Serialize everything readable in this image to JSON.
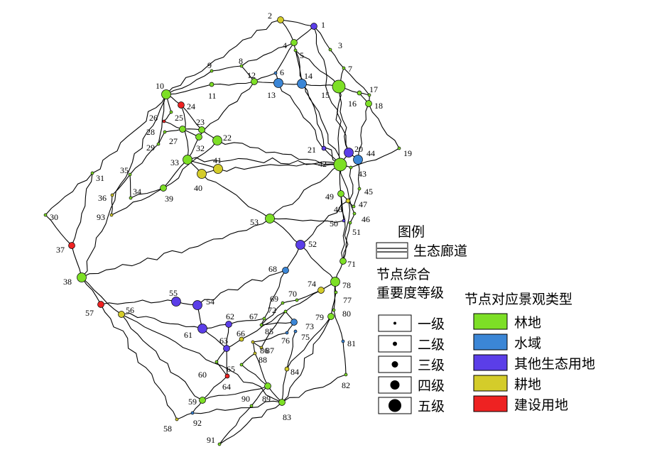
{
  "legend": {
    "title": "图例",
    "corridor_label": "生态廊道",
    "importance_title_1": "节点综合",
    "importance_title_2": "重要度等级",
    "levels": [
      {
        "label": "一级",
        "r": 2
      },
      {
        "label": "二级",
        "r": 3
      },
      {
        "label": "三级",
        "r": 4.5
      },
      {
        "label": "四级",
        "r": 6.5
      },
      {
        "label": "五级",
        "r": 9
      }
    ],
    "landscape_title": "节点对应景观类型",
    "types": [
      {
        "key": "forest",
        "label": "林地",
        "color": "#7ddf26"
      },
      {
        "key": "water",
        "label": "水域",
        "color": "#3b86d6"
      },
      {
        "key": "other",
        "label": "其他生态用地",
        "color": "#5b3ee8"
      },
      {
        "key": "farm",
        "label": "耕地",
        "color": "#d4cc2a"
      },
      {
        "key": "build",
        "label": "建设用地",
        "color": "#ee2222"
      }
    ]
  },
  "nodes": [
    {
      "id": "1",
      "t": "other",
      "lv": 3
    },
    {
      "id": "2",
      "t": "farm",
      "lv": 3
    },
    {
      "id": "3",
      "t": "forest",
      "lv": 1
    },
    {
      "id": "4",
      "t": "forest",
      "lv": 3
    },
    {
      "id": "5",
      "t": "forest",
      "lv": 1
    },
    {
      "id": "6",
      "t": "water",
      "lv": 1
    },
    {
      "id": "7",
      "t": "forest",
      "lv": 1
    },
    {
      "id": "8",
      "t": "forest",
      "lv": 1
    },
    {
      "id": "9",
      "t": "forest",
      "lv": 1
    },
    {
      "id": "10",
      "t": "forest",
      "lv": 4
    },
    {
      "id": "11",
      "t": "forest",
      "lv": 2
    },
    {
      "id": "12",
      "t": "forest",
      "lv": 3
    },
    {
      "id": "13",
      "t": "water",
      "lv": 4
    },
    {
      "id": "14",
      "t": "water",
      "lv": 4
    },
    {
      "id": "15",
      "t": "forest",
      "lv": 5
    },
    {
      "id": "16",
      "t": "forest",
      "lv": 2
    },
    {
      "id": "17",
      "t": "forest",
      "lv": 1
    },
    {
      "id": "18",
      "t": "forest",
      "lv": 3
    },
    {
      "id": "19",
      "t": "forest",
      "lv": 1
    },
    {
      "id": "20",
      "t": "other",
      "lv": 4
    },
    {
      "id": "21",
      "t": "other",
      "lv": 2
    },
    {
      "id": "22",
      "t": "forest",
      "lv": 4
    },
    {
      "id": "23",
      "t": "forest",
      "lv": 3
    },
    {
      "id": "24",
      "t": "build",
      "lv": 3
    },
    {
      "id": "25",
      "t": "forest",
      "lv": 1
    },
    {
      "id": "26",
      "t": "build",
      "lv": 1
    },
    {
      "id": "27",
      "t": "forest",
      "lv": 3
    },
    {
      "id": "28",
      "t": "forest",
      "lv": 1
    },
    {
      "id": "29",
      "t": "forest",
      "lv": 1
    },
    {
      "id": "30",
      "t": "forest",
      "lv": 1
    },
    {
      "id": "31",
      "t": "forest",
      "lv": 1
    },
    {
      "id": "32",
      "t": "forest",
      "lv": 3
    },
    {
      "id": "33",
      "t": "forest",
      "lv": 4
    },
    {
      "id": "34",
      "t": "forest",
      "lv": 1
    },
    {
      "id": "35",
      "t": "forest",
      "lv": 1
    },
    {
      "id": "36",
      "t": "farm",
      "lv": 1
    },
    {
      "id": "37",
      "t": "build",
      "lv": 3
    },
    {
      "id": "38",
      "t": "forest",
      "lv": 4
    },
    {
      "id": "39",
      "t": "forest",
      "lv": 3
    },
    {
      "id": "40",
      "t": "farm",
      "lv": 4
    },
    {
      "id": "41",
      "t": "farm",
      "lv": 4
    },
    {
      "id": "42",
      "t": "forest",
      "lv": 5
    },
    {
      "id": "43",
      "t": "forest",
      "lv": 1
    },
    {
      "id": "44",
      "t": "water",
      "lv": 4
    },
    {
      "id": "45",
      "t": "forest",
      "lv": 1
    },
    {
      "id": "46",
      "t": "forest",
      "lv": 1
    },
    {
      "id": "47",
      "t": "forest",
      "lv": 1
    },
    {
      "id": "48",
      "t": "farm",
      "lv": 2
    },
    {
      "id": "49",
      "t": "forest",
      "lv": 3
    },
    {
      "id": "50",
      "t": "other",
      "lv": 1
    },
    {
      "id": "51",
      "t": "forest",
      "lv": 1
    },
    {
      "id": "52",
      "t": "other",
      "lv": 4
    },
    {
      "id": "53",
      "t": "forest",
      "lv": 4
    },
    {
      "id": "54",
      "t": "other",
      "lv": 4
    },
    {
      "id": "55",
      "t": "other",
      "lv": 4
    },
    {
      "id": "56",
      "t": "farm",
      "lv": 3
    },
    {
      "id": "57",
      "t": "build",
      "lv": 3
    },
    {
      "id": "58",
      "t": "farm",
      "lv": 1
    },
    {
      "id": "59",
      "t": "forest",
      "lv": 3
    },
    {
      "id": "60",
      "t": "forest",
      "lv": 1
    },
    {
      "id": "61",
      "t": "other",
      "lv": 4
    },
    {
      "id": "62",
      "t": "other",
      "lv": 3
    },
    {
      "id": "63",
      "t": "other",
      "lv": 3
    },
    {
      "id": "64",
      "t": "build",
      "lv": 2
    },
    {
      "id": "65",
      "t": "forest",
      "lv": 1
    },
    {
      "id": "66",
      "t": "farm",
      "lv": 2
    },
    {
      "id": "67",
      "t": "forest",
      "lv": 1
    },
    {
      "id": "68",
      "t": "water",
      "lv": 3
    },
    {
      "id": "69",
      "t": "forest",
      "lv": 1
    },
    {
      "id": "70",
      "t": "forest",
      "lv": 1
    },
    {
      "id": "71",
      "t": "forest",
      "lv": 3
    },
    {
      "id": "72",
      "t": "forest",
      "lv": 1
    },
    {
      "id": "73",
      "t": "water",
      "lv": 3
    },
    {
      "id": "74",
      "t": "farm",
      "lv": 3
    },
    {
      "id": "75",
      "t": "water",
      "lv": 1
    },
    {
      "id": "76",
      "t": "water",
      "lv": 1
    },
    {
      "id": "77",
      "t": "forest",
      "lv": 1
    },
    {
      "id": "78",
      "t": "forest",
      "lv": 4
    },
    {
      "id": "79",
      "t": "forest",
      "lv": 3
    },
    {
      "id": "80",
      "t": "forest",
      "lv": 1
    },
    {
      "id": "81",
      "t": "water",
      "lv": 1
    },
    {
      "id": "82",
      "t": "forest",
      "lv": 1
    },
    {
      "id": "83",
      "t": "forest",
      "lv": 3
    },
    {
      "id": "84",
      "t": "farm",
      "lv": 2
    },
    {
      "id": "85",
      "t": "forest",
      "lv": 1
    },
    {
      "id": "86",
      "t": "farm",
      "lv": 1
    },
    {
      "id": "87",
      "t": "farm",
      "lv": 1
    },
    {
      "id": "88",
      "t": "farm",
      "lv": 1
    },
    {
      "id": "89",
      "t": "forest",
      "lv": 3
    },
    {
      "id": "90",
      "t": "forest",
      "lv": 1
    },
    {
      "id": "91",
      "t": "forest",
      "lv": 1
    },
    {
      "id": "92",
      "t": "water",
      "lv": 1
    },
    {
      "id": "93",
      "t": "farm",
      "lv": 1
    }
  ]
}
